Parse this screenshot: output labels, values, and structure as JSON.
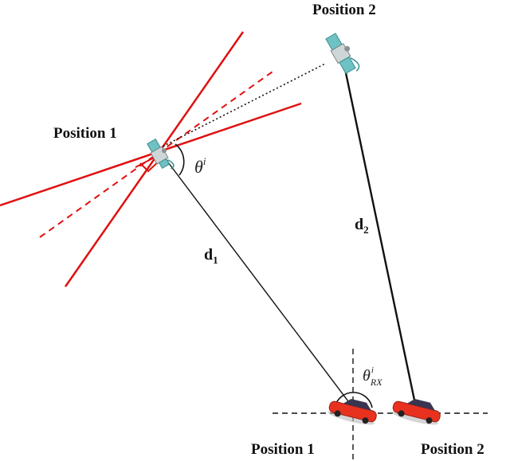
{
  "labels": {
    "sat_pos1": "Position 1",
    "sat_pos2": "Position 2",
    "car_pos1": "Position 1",
    "car_pos2": "Position 2",
    "d1_base": "d",
    "d1_sub": "1",
    "d2_base": "d",
    "d2_sub": "2",
    "theta_base": "θ",
    "theta_sup": "i",
    "theta_rx_base": "θ",
    "theta_rx_sup": "i",
    "theta_rx_sub": "RX"
  },
  "colors": {
    "beam": "#e01010",
    "line": "#111111",
    "satellite_body": "#cfd6d8",
    "satellite_panel": "#6fc2c4",
    "car_body": "#e8321f",
    "car_glass": "#3a3550"
  },
  "icons": {
    "satellite": "satellite-icon",
    "car": "car-icon"
  }
}
